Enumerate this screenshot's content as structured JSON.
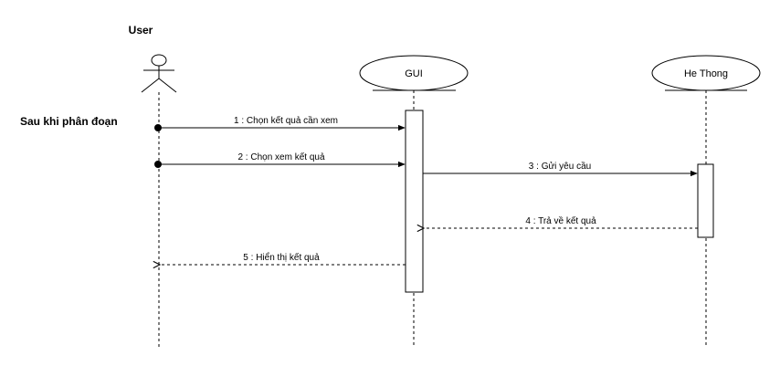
{
  "diagram": {
    "actor": {
      "label": "User"
    },
    "gui": {
      "label": "GUI"
    },
    "system": {
      "label": "He Thong"
    },
    "frame_label": "Sau khi phân đoạn",
    "messages": [
      {
        "label": "1 : Chọn kết quả cần xem",
        "type": "sync"
      },
      {
        "label": "2 : Chọn xem kết quả",
        "type": "sync"
      },
      {
        "label": "3 : Gửi yêu cầu",
        "type": "sync"
      },
      {
        "label": "4 : Trả về kết quả",
        "type": "return"
      },
      {
        "label": "5 : Hiển thị kết quả",
        "type": "return"
      }
    ]
  }
}
